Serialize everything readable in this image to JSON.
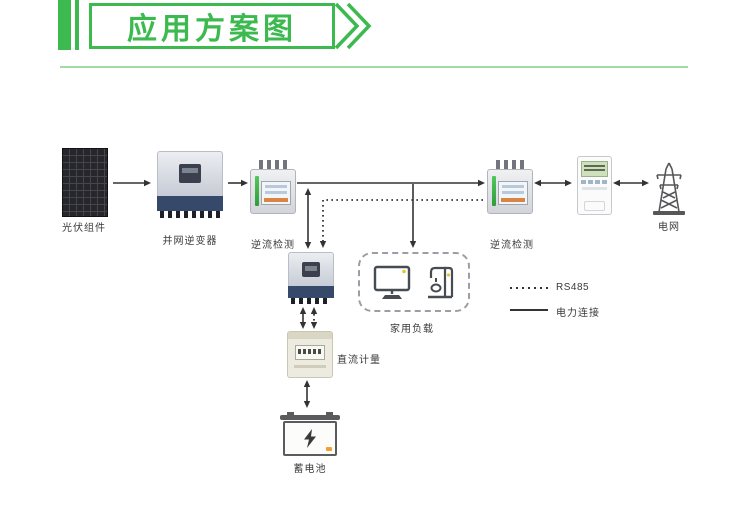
{
  "header": {
    "title": "应用方案图"
  },
  "nodes": {
    "pv": {
      "label": "光伏组件"
    },
    "grid_inverter": {
      "label": "并网逆变器"
    },
    "reverse1": {
      "label": "逆流检测"
    },
    "reverse2": {
      "label": "逆流检测"
    },
    "grid": {
      "label": "电网"
    },
    "load": {
      "label": "家用负载"
    },
    "dc_meter": {
      "label": "直流计量"
    },
    "battery": {
      "label": "蓄电池"
    }
  },
  "legend": {
    "rs485": "RS485",
    "power": "电力连接"
  },
  "icons": {
    "load_monitor": "monitor-icon",
    "load_appliance": "coffee-machine-icon",
    "battery_bolt": "lightning-icon",
    "grid_tower": "transmission-tower-icon",
    "header_chevron": "chevron-right-icon"
  },
  "colors": {
    "accent_green": "#3cb94f",
    "rule_green": "#9fdca8",
    "inverter_navy": "#36496b",
    "line_dark": "#333333",
    "led_green": "#3fbf4e",
    "highlight_yellow": "#e6c52e",
    "battery_orange": "#f0a030",
    "display_orange": "#d98545"
  }
}
